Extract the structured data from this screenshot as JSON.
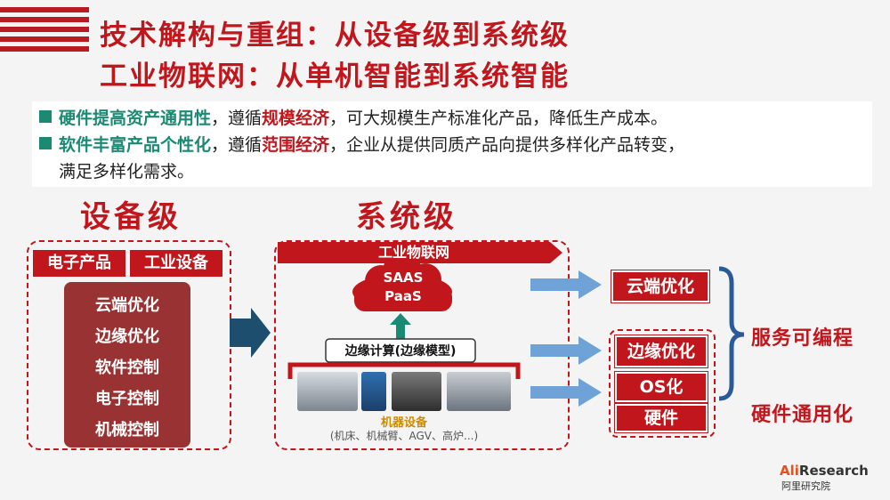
{
  "title": {
    "line1": "技术解构与重组：从设备级到系统级",
    "line2": "工业物联网：从单机智能到系统智能"
  },
  "bullets": [
    {
      "highlight": "硬件提高资产通用性",
      "mid": "，遵循",
      "econ": "规模经济",
      "rest": "，可大规模生产标准化产品，降低生产成本。"
    },
    {
      "highlight": "软件丰富产品个性化",
      "mid": "，遵循",
      "econ": "范围经济",
      "rest": "，企业从提供同质产品向提供多样化产品转变，",
      "cont": "满足多样化需求。"
    }
  ],
  "device_level": {
    "heading": "设备级",
    "tabs": [
      "电子产品",
      "工业设备"
    ],
    "stack": [
      "云端优化",
      "边缘优化",
      "软件控制",
      "电子控制",
      "机械控制"
    ]
  },
  "system_level": {
    "heading": "系统级",
    "banner": "工业物联网",
    "cloud": [
      "SAAS",
      "PaaS"
    ],
    "edge": "边缘计算(边缘模型)",
    "machines_label": "机器设备",
    "machines_sub": "(机床、机械臂、AGV、高炉...)"
  },
  "right": {
    "boxes": [
      "云端优化",
      "边缘优化",
      "OS化",
      "硬件"
    ],
    "service": "服务可编程",
    "hardware": "硬件通用化"
  },
  "logo": {
    "brand_a": "Ali",
    "brand_b": "Research",
    "sub": "阿里研究院"
  },
  "colors": {
    "accent_red": "#c0161c",
    "dark_red": "#993333",
    "green": "#1a8a73",
    "arrow_blue": "#6fa3d8",
    "arrow_navy": "#1d4e6e"
  }
}
